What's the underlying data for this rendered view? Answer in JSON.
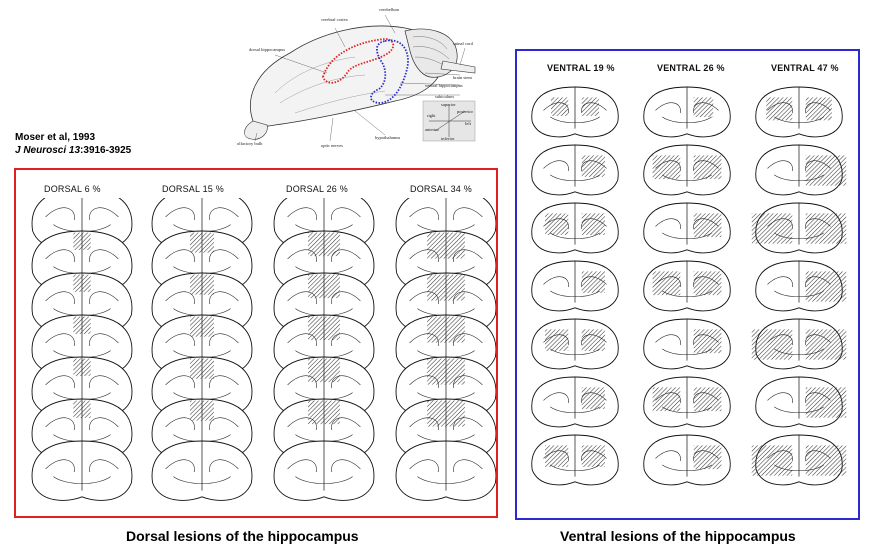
{
  "citation": {
    "line1": "Moser et al, 1993",
    "journal": "J Neurosci 13",
    "pages": ":3916-3925"
  },
  "brain_illustration": {
    "labels": {
      "cerebral_cortex": "cerebral cortex",
      "cerebellum": "cerebellum",
      "dorsal_hippocampus": "dorsal hippocampus",
      "spinal_cord": "spinal cord",
      "brain_stem": "brain stem",
      "ventral_hippocampus": "ventral hippocampus",
      "subiculum": "subiculum",
      "olfactory_bulb": "olfactory bulb",
      "optic_nerves": "optic nerves",
      "hypothalamus": "hypothalamus"
    },
    "compass": {
      "superior": "superior",
      "posterior": "posterior",
      "right": "right",
      "left": "left",
      "anterior": "anterior",
      "inferior": "inferior"
    },
    "colors": {
      "dorsal": "#e02020",
      "ventral": "#2a2ad0"
    }
  },
  "dorsal_panel": {
    "border_color": "#e02020",
    "columns": [
      "DORSAL 6 %",
      "DORSAL 15 %",
      "DORSAL 26 %",
      "DORSAL 34 %"
    ],
    "caption": "Dorsal lesions of the hippocampus",
    "lesion_fraction": [
      0.06,
      0.15,
      0.26,
      0.34
    ]
  },
  "ventral_panel": {
    "border_color": "#2a2ad0",
    "columns": [
      "VENTRAL 19 %",
      "VENTRAL 26 %",
      "VENTRAL 47 %"
    ],
    "caption": "Ventral lesions of the hippocampus",
    "lesion_fraction": [
      0.19,
      0.26,
      0.47
    ]
  }
}
